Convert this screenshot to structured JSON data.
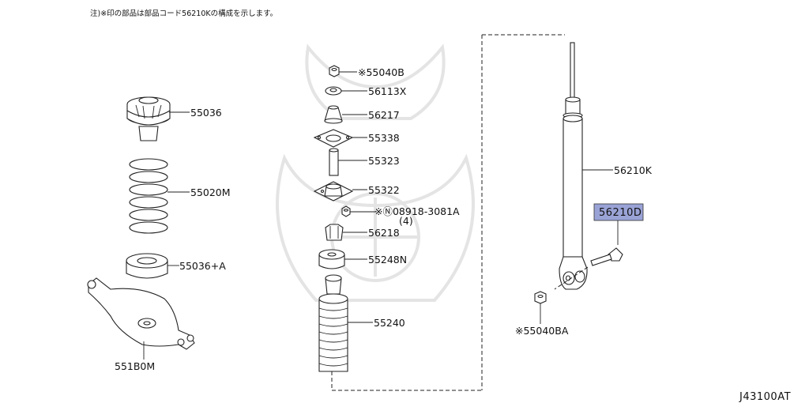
{
  "note": "注)※印の部品は部品コード56210Kの構成を示します。",
  "diagram_code": "J43100AT",
  "highlight_color": "#9aa3d6",
  "labels": {
    "p55036": "55036",
    "p55020m": "55020M",
    "p55036a": "55036+A",
    "p551b0m": "551B0M",
    "p55040b": "※55040B",
    "p56113x": "56113X",
    "p56217": "56217",
    "p55338": "55338",
    "p55323": "55323",
    "p55322": "55322",
    "p08918": "※Ⓝ08918-3081A",
    "p08918_qty": "(4)",
    "p56218": "56218",
    "p55248n": "55248N",
    "p55240": "55240",
    "p56210k": "56210K",
    "p56210d": "56210D",
    "p55040ba": "※55040BA"
  }
}
